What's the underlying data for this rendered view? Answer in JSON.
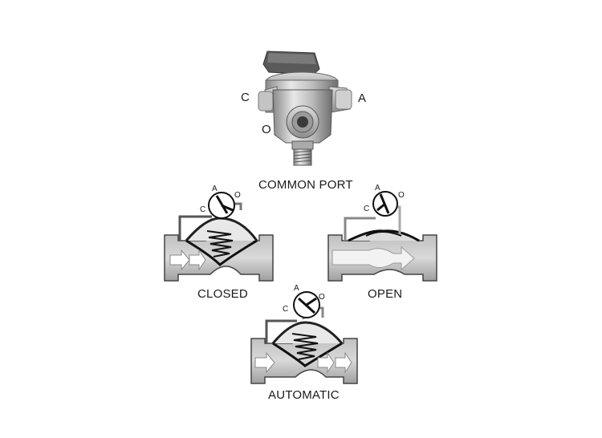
{
  "valve": {
    "port_c": "C",
    "port_a": "A",
    "port_o": "O",
    "caption": "COMMON PORT"
  },
  "diagrams": [
    {
      "caption": "CLOSED",
      "gauge": {
        "a": "A",
        "c": "C",
        "o": "O"
      }
    },
    {
      "caption": "OPEN",
      "gauge": {
        "a": "A",
        "c": "C",
        "o": "O"
      }
    },
    {
      "caption": "AUTOMATIC",
      "gauge": {
        "a": "A",
        "c": "C",
        "o": "O"
      }
    }
  ]
}
